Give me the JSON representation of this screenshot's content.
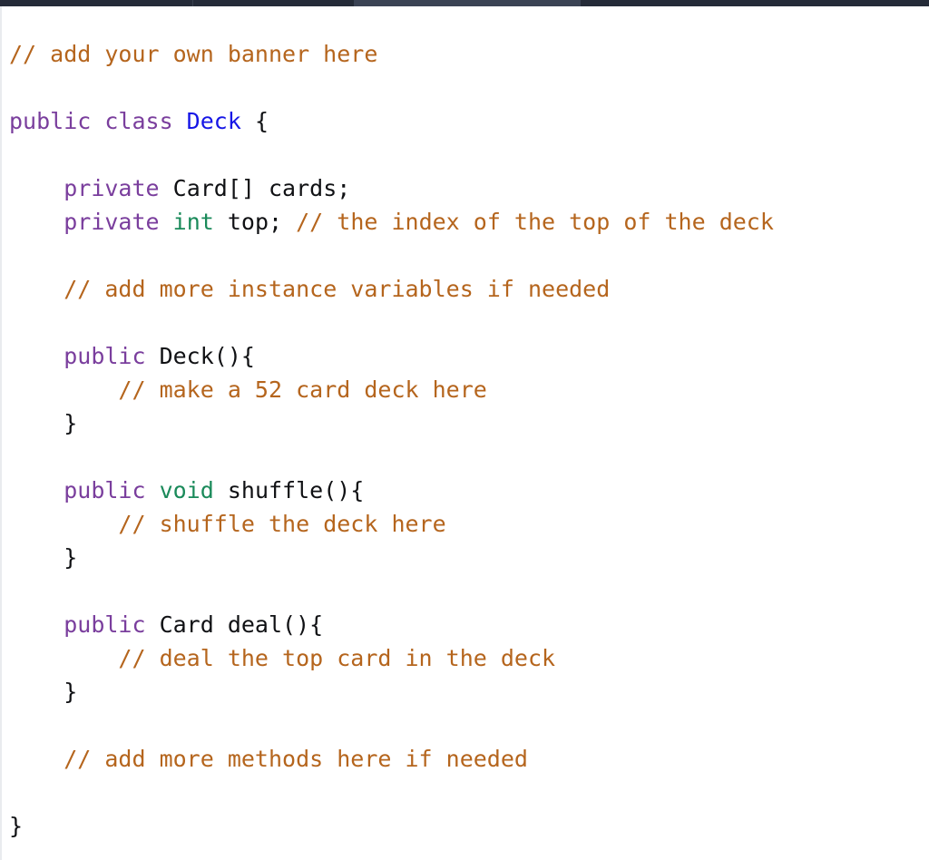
{
  "window": {
    "chrome_color": "#252b38",
    "active_tab_color": "#3b4354",
    "editor_background": "#ffffff"
  },
  "theme": {
    "comment": "#b5651d",
    "keyword": "#7a3e9d",
    "primitive_type": "#1a8a5a",
    "class_name": "#1616e6",
    "plain_text": "#101114"
  },
  "code": {
    "language": "Java",
    "lines": [
      {
        "n": 1,
        "indent": 0,
        "tokens": [
          {
            "t": "// add your own banner here",
            "c": "cmt"
          }
        ]
      },
      {
        "n": 2,
        "indent": 0,
        "tokens": []
      },
      {
        "n": 3,
        "indent": 0,
        "tokens": [
          {
            "t": "public class ",
            "c": "kw"
          },
          {
            "t": "Deck",
            "c": "cls"
          },
          {
            "t": " {",
            "c": "plain"
          }
        ]
      },
      {
        "n": 4,
        "indent": 0,
        "tokens": []
      },
      {
        "n": 5,
        "indent": 1,
        "tokens": [
          {
            "t": "private ",
            "c": "kw"
          },
          {
            "t": "Card[] cards;",
            "c": "plain"
          }
        ]
      },
      {
        "n": 6,
        "indent": 1,
        "tokens": [
          {
            "t": "private ",
            "c": "kw"
          },
          {
            "t": "int",
            "c": "type"
          },
          {
            "t": " top; ",
            "c": "plain"
          },
          {
            "t": "// the index of the top of the deck",
            "c": "cmt"
          }
        ]
      },
      {
        "n": 7,
        "indent": 0,
        "tokens": []
      },
      {
        "n": 8,
        "indent": 1,
        "tokens": [
          {
            "t": "// add more instance variables if needed",
            "c": "cmt"
          }
        ]
      },
      {
        "n": 9,
        "indent": 0,
        "tokens": []
      },
      {
        "n": 10,
        "indent": 1,
        "tokens": [
          {
            "t": "public ",
            "c": "kw"
          },
          {
            "t": "Deck(){",
            "c": "plain"
          }
        ]
      },
      {
        "n": 11,
        "indent": 2,
        "tokens": [
          {
            "t": "// make a 52 card deck here",
            "c": "cmt"
          }
        ]
      },
      {
        "n": 12,
        "indent": 1,
        "tokens": [
          {
            "t": "}",
            "c": "plain"
          }
        ]
      },
      {
        "n": 13,
        "indent": 0,
        "tokens": []
      },
      {
        "n": 14,
        "indent": 1,
        "tokens": [
          {
            "t": "public ",
            "c": "kw"
          },
          {
            "t": "void",
            "c": "type"
          },
          {
            "t": " shuffle(){",
            "c": "plain"
          }
        ]
      },
      {
        "n": 15,
        "indent": 2,
        "tokens": [
          {
            "t": "// shuffle the deck here",
            "c": "cmt"
          }
        ]
      },
      {
        "n": 16,
        "indent": 1,
        "tokens": [
          {
            "t": "}",
            "c": "plain"
          }
        ]
      },
      {
        "n": 17,
        "indent": 0,
        "tokens": []
      },
      {
        "n": 18,
        "indent": 1,
        "tokens": [
          {
            "t": "public ",
            "c": "kw"
          },
          {
            "t": "Card deal(){",
            "c": "plain"
          }
        ]
      },
      {
        "n": 19,
        "indent": 2,
        "tokens": [
          {
            "t": "// deal the top card in the deck",
            "c": "cmt"
          }
        ]
      },
      {
        "n": 20,
        "indent": 1,
        "tokens": [
          {
            "t": "}",
            "c": "plain"
          }
        ]
      },
      {
        "n": 21,
        "indent": 0,
        "tokens": []
      },
      {
        "n": 22,
        "indent": 1,
        "tokens": [
          {
            "t": "// add more methods here if needed",
            "c": "cmt"
          }
        ]
      },
      {
        "n": 23,
        "indent": 0,
        "tokens": []
      },
      {
        "n": 24,
        "indent": 0,
        "tokens": [
          {
            "t": "}",
            "c": "plain"
          }
        ]
      }
    ]
  }
}
